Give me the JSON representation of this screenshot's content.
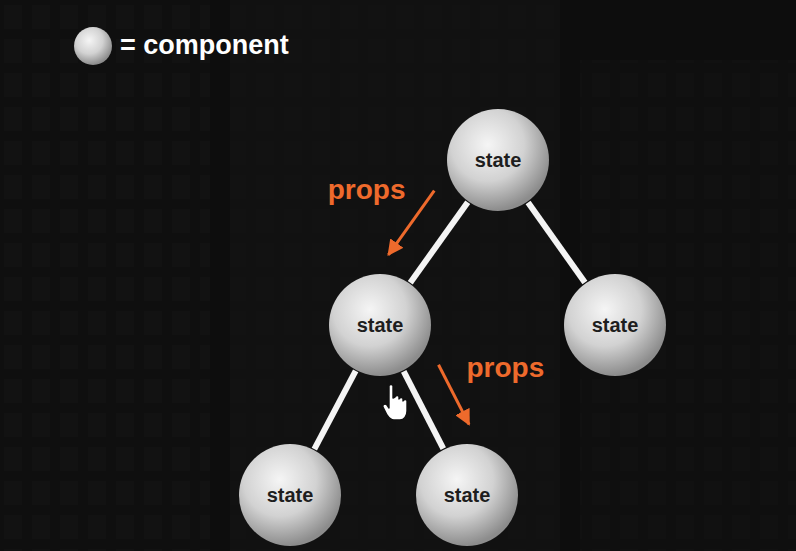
{
  "diagram": {
    "nodes": [
      {
        "text": [
          "state"
        ]
      },
      {
        "text": [
          "state"
        ]
      },
      {
        "text": [
          "state"
        ]
      },
      {
        "text": [
          "state"
        ]
      },
      {
        "text": [
          "state"
        ]
      }
    ],
    "edges": [
      {
        "from": 0,
        "to": 1,
        "arrow": "none"
      },
      {
        "from": 0,
        "to": 2,
        "arrow": "none"
      },
      {
        "from": 1,
        "to": 3,
        "arrow": "none"
      },
      {
        "from": 1,
        "to": 4,
        "arrow": "none"
      },
      {
        "from": 0,
        "to": 1,
        "arrow": "to",
        "label": "props"
      },
      {
        "from": 1,
        "to": 4,
        "arrow": "to",
        "label": "props"
      }
    ],
    "legend": [
      {
        "text": "= component"
      }
    ]
  }
}
